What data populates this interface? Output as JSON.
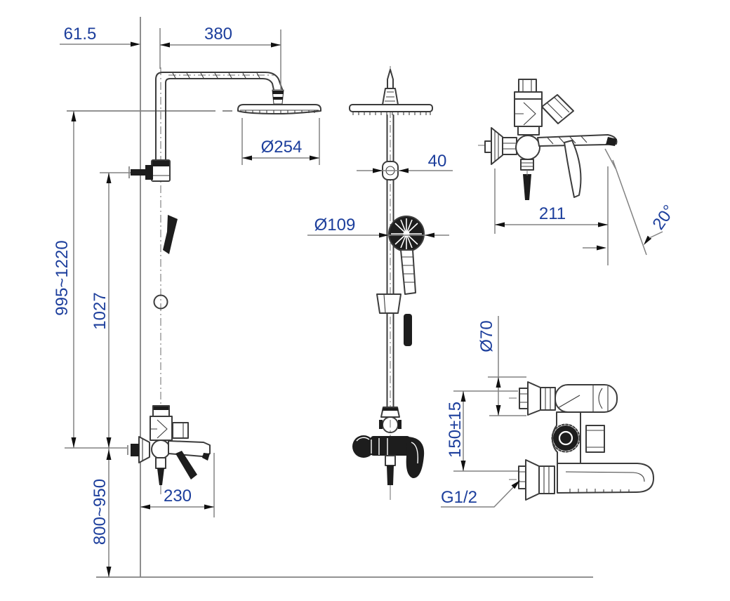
{
  "colors": {
    "background": "#ffffff",
    "object_line": "#3c3c3c",
    "dark_fill": "#1d1d1d",
    "dimension_line": "#828282",
    "dimension_text": "#1c3e9c"
  },
  "dims": {
    "wall_offset": "61.5",
    "arm_reach": "380",
    "head_diameter": "Ø254",
    "height_range": "995~1220",
    "column_height": "1027",
    "install_height_range": "800~950",
    "spout_reach": "230",
    "bracket_offset": "40",
    "handshower_diameter": "Ø109",
    "mixer_depth": "211",
    "spout_angle": "20°",
    "escutcheon_diameter": "Ø70",
    "inlet_spacing": "150±15",
    "thread_size": "G1/2"
  }
}
